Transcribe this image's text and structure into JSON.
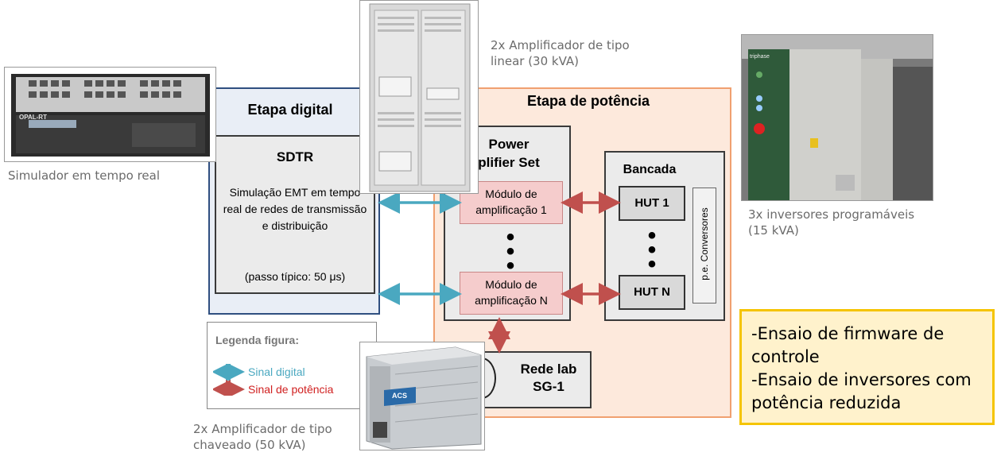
{
  "digital_stage": {
    "title": "Etapa digital"
  },
  "power_stage": {
    "title": "Etapa de potência"
  },
  "sdtr": {
    "title": "SDTR",
    "description": "Simulação EMT em tempo real de redes de transmissão e distribuição",
    "step": "(passo típico: 50 μs)"
  },
  "amplifier_set": {
    "title_line1": "Power",
    "title_line2": "plifier Set"
  },
  "module_1": {
    "label": "Módulo de amplificação 1"
  },
  "module_n": {
    "label": "Módulo de amplificação N"
  },
  "bancada": {
    "title": "Bancada",
    "hut_1": "HUT 1",
    "hut_n": "HUT N",
    "converters": "p.e. Conversores"
  },
  "rede_lab": {
    "line1": "Rede lab",
    "line2": "SG-1"
  },
  "legend": {
    "title": "Legenda figura:",
    "digital": "Sinal digital",
    "power": "Sinal de potência",
    "digital_color": "#4aa8c0",
    "power_color": "#c0504d"
  },
  "captions": {
    "simulator": "Simulador em tempo real",
    "linear_amp": "2x Amplificador de tipo linear (30 kVA)",
    "inverters": "3x inversores programáveis (15 kVA)",
    "switched_amp": "2x Amplificador de tipo chaveado (50 kVA)"
  },
  "notes": {
    "line1": "-Ensaio de firmware de controle",
    "line2": "-Ensaio de inversores com potência reduzida"
  },
  "photo_text": {
    "opal": "OPAL-RT",
    "acs": "ACS",
    "triphase": "triphase"
  }
}
